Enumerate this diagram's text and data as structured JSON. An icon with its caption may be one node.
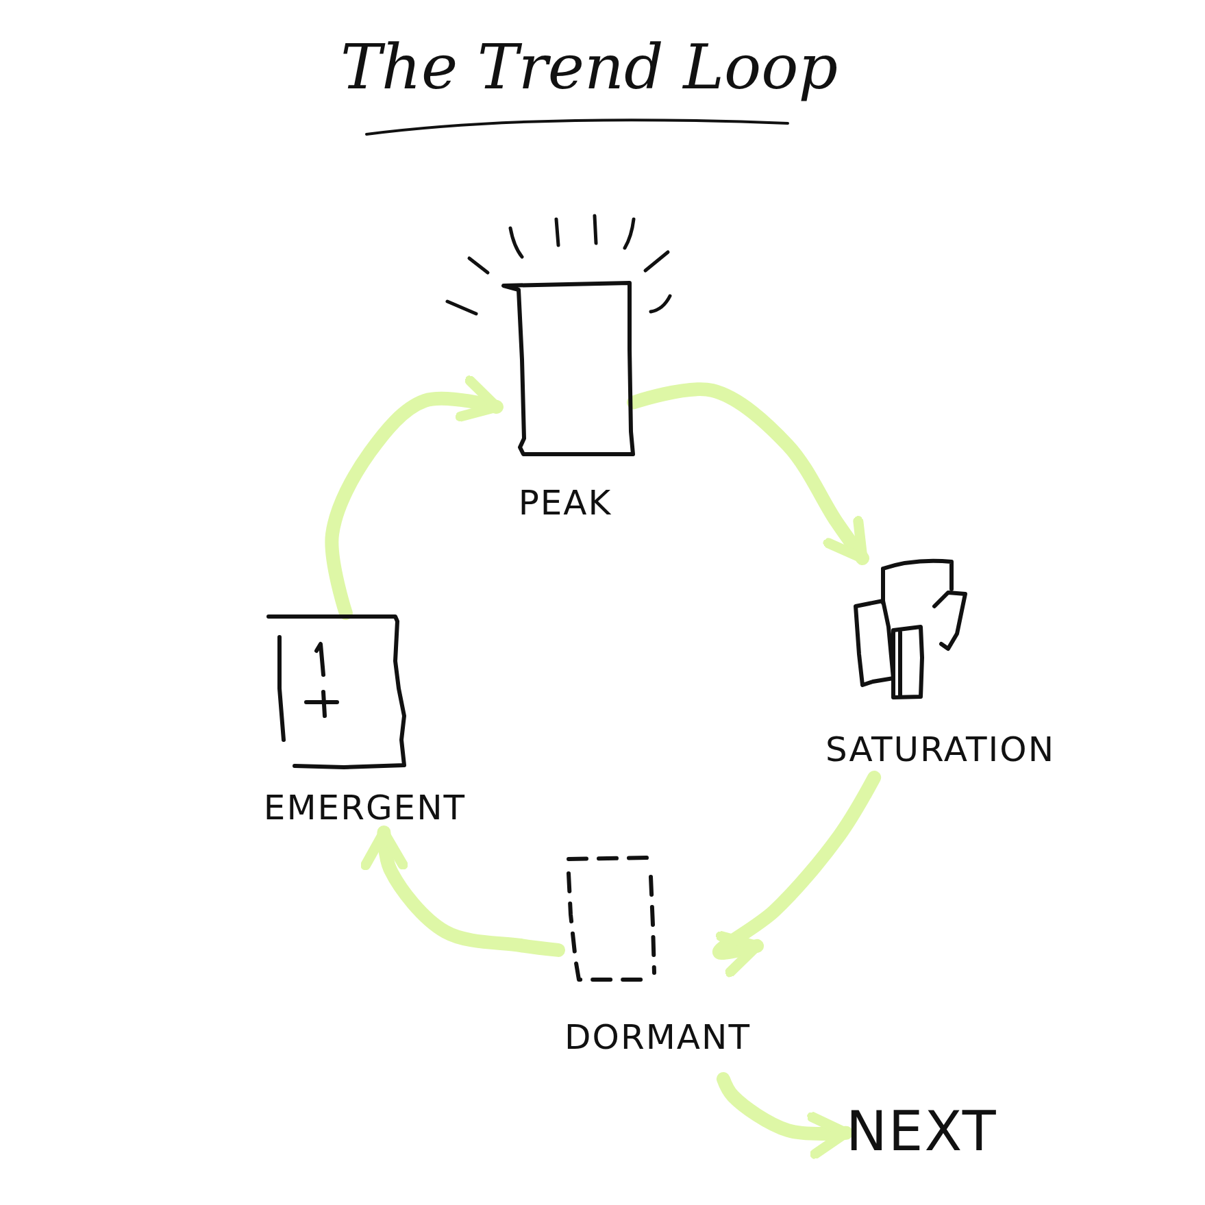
{
  "diagram": {
    "title": "The Trend Loop",
    "nodes": [
      {
        "text": [
          "PEAK"
        ]
      },
      {
        "text": [
          "SATURATION"
        ]
      },
      {
        "text": [
          "DORMANT"
        ]
      },
      {
        "text": [
          "EMERGENT"
        ]
      },
      {
        "text": [
          "NEXT"
        ]
      }
    ],
    "edges": [
      {
        "from": 3,
        "to": 0,
        "arrow": "to"
      },
      {
        "from": 0,
        "to": 1,
        "arrow": "to"
      },
      {
        "from": 1,
        "to": 2,
        "arrow": "to"
      },
      {
        "from": 2,
        "to": 3,
        "arrow": "to"
      },
      {
        "from": 2,
        "to": 4,
        "arrow": "to"
      }
    ]
  }
}
